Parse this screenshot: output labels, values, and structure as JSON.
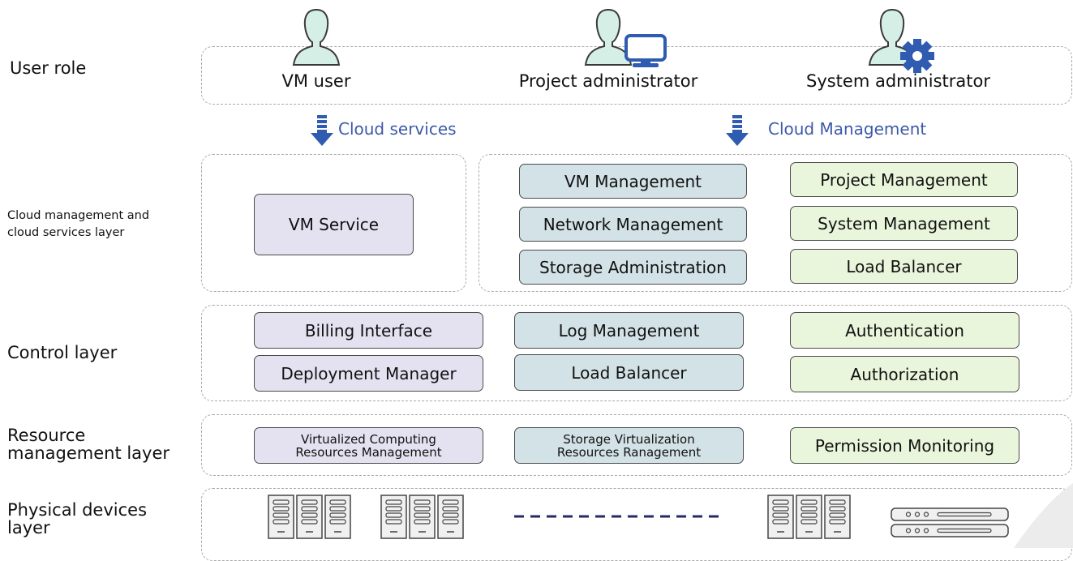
{
  "layers": {
    "user_role": "User role",
    "cloud_layer_line1": "Cloud management and",
    "cloud_layer_line2": "cloud services layer",
    "control_layer": "Control layer",
    "resource_layer_line1": "Resource",
    "resource_layer_line2": "management layer",
    "physical_layer_line1": "Physical devices",
    "physical_layer_line2": "layer"
  },
  "roles": {
    "vm_user": "VM user",
    "project_admin": "Project administrator",
    "system_admin": "System administrator"
  },
  "flows": {
    "cloud_services": "Cloud services",
    "cloud_management": "Cloud Management"
  },
  "cloud_layer": {
    "vm_service": "VM Service",
    "vm_management": "VM Management",
    "network_management": "Network Management",
    "storage_administration": "Storage Administration",
    "project_management": "Project Management",
    "system_management": "System Management",
    "load_balancer": "Load Balancer"
  },
  "control_layer": {
    "billing_interface": "Billing Interface",
    "deployment_manager": "Deployment Manager",
    "log_management": "Log Management",
    "load_balancer": "Load Balancer",
    "authentication": "Authentication",
    "authorization": "Authorization"
  },
  "resource_layer": {
    "virtualized_line1": "Virtualized Computing",
    "virtualized_line2": "Resources Management",
    "storage_line1": "Storage Virtualization",
    "storage_line2": "Resources Ranagement",
    "permission_monitoring": "Permission Monitoring"
  },
  "colors": {
    "purple_module": "#e4e2f0",
    "teal_module": "#d3e2e6",
    "green_module": "#eaf6dc",
    "user_icon": "#d6efe6",
    "accent_blue": "#3d5aa8"
  },
  "icons": {
    "user": "user-icon",
    "monitor": "monitor-icon",
    "gear": "gear-icon",
    "arrow": "arrow-down-icon",
    "server": "server-rack-icon",
    "storage": "storage-unit-icon"
  }
}
